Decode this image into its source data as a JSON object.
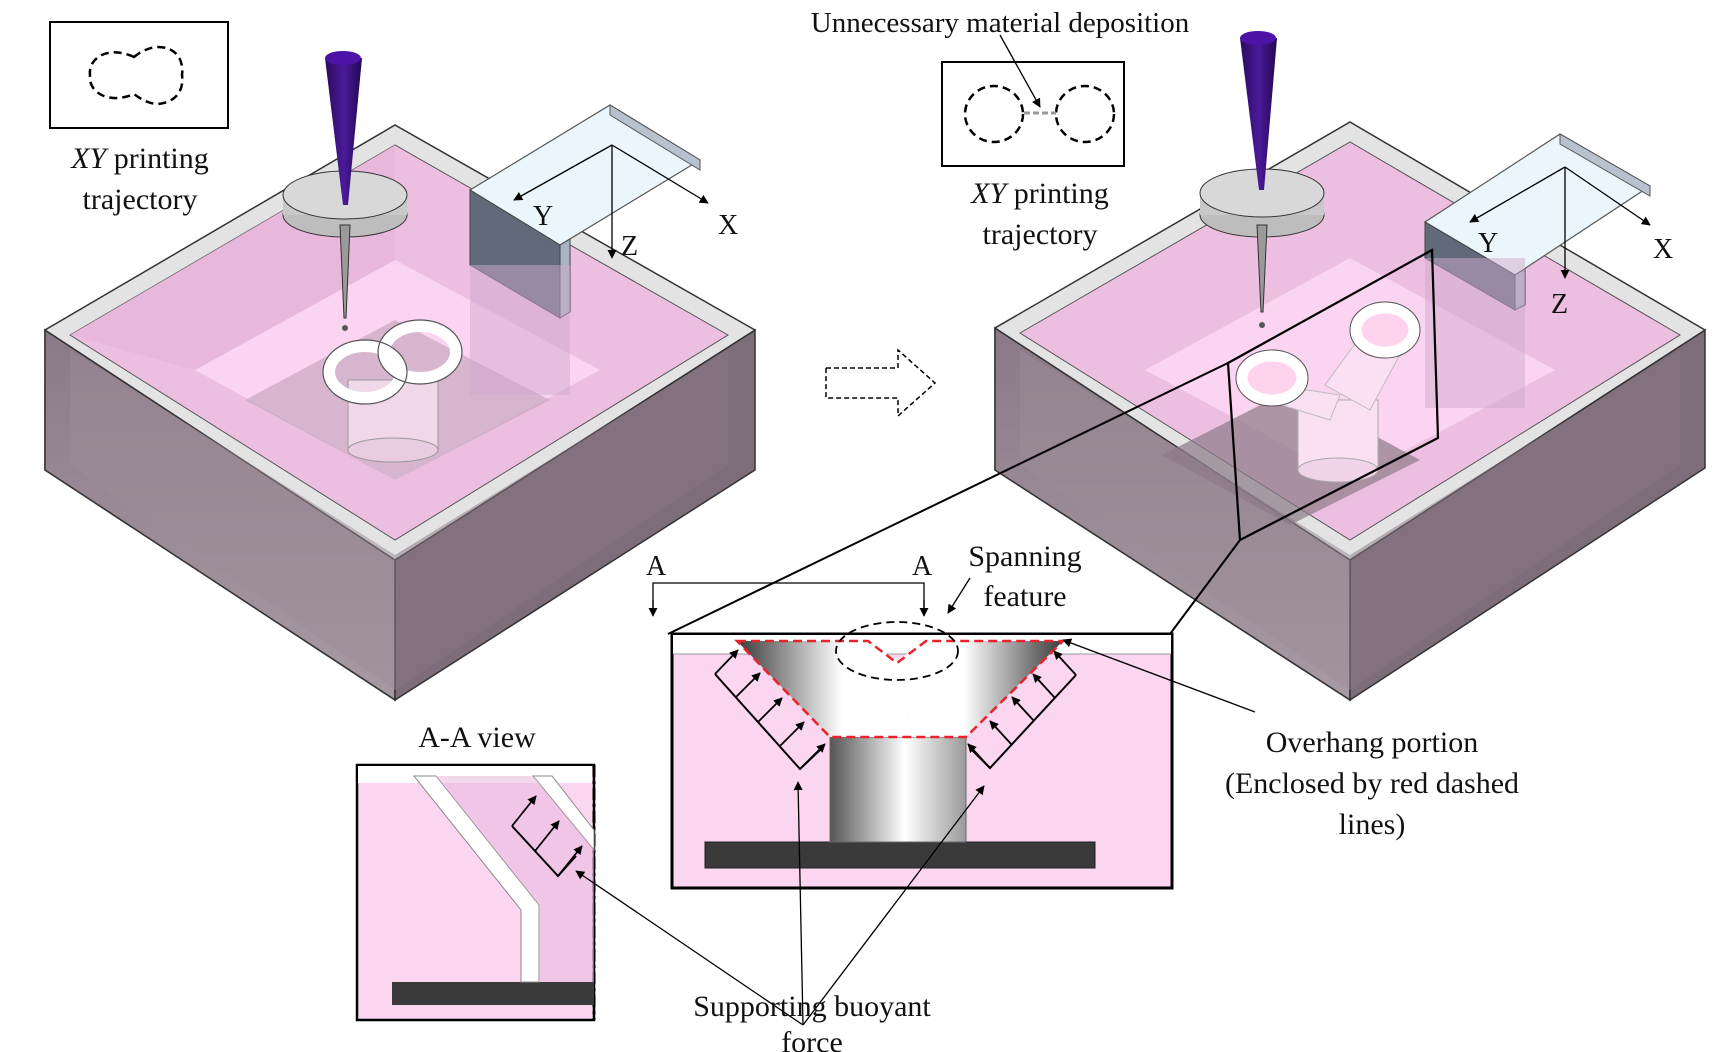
{
  "figure": {
    "left_panel": {
      "inset_caption_line1_italic": "XY",
      "inset_caption_line1_rest": " printing",
      "inset_caption_line2": "trajectory",
      "axes": {
        "x": "X",
        "y": "Y",
        "z": "Z"
      }
    },
    "right_panel": {
      "top_annotation": "Unnecessary material deposition",
      "inset_caption_line1_italic": "XY",
      "inset_caption_line1_rest": " printing",
      "inset_caption_line2": "trajectory",
      "axes": {
        "x": "X",
        "y": "Y",
        "z": "Z"
      }
    },
    "section_marks": {
      "left": "A",
      "right": "A"
    },
    "spanning_feature": {
      "line1": "Spanning",
      "line2": "feature"
    },
    "overhang_label": {
      "line1": "Overhang portion",
      "line2": "(Enclosed by red dashed",
      "line3": "lines)"
    },
    "aa_view_title": "A-A view",
    "buoyant_label": {
      "line1": "Supporting buoyant",
      "line2": "force"
    },
    "colors": {
      "gel_pink": "#f9d3ef",
      "tank_side": "#8e7e88",
      "tank_wall": "#c8c8c8",
      "nozzle_purple": "#3b0f7a",
      "overhang_red": "#e8232a",
      "platform": "#3a3a3a",
      "gantry_top": "#eaf6fb",
      "gantry_side": "#616a78"
    }
  }
}
